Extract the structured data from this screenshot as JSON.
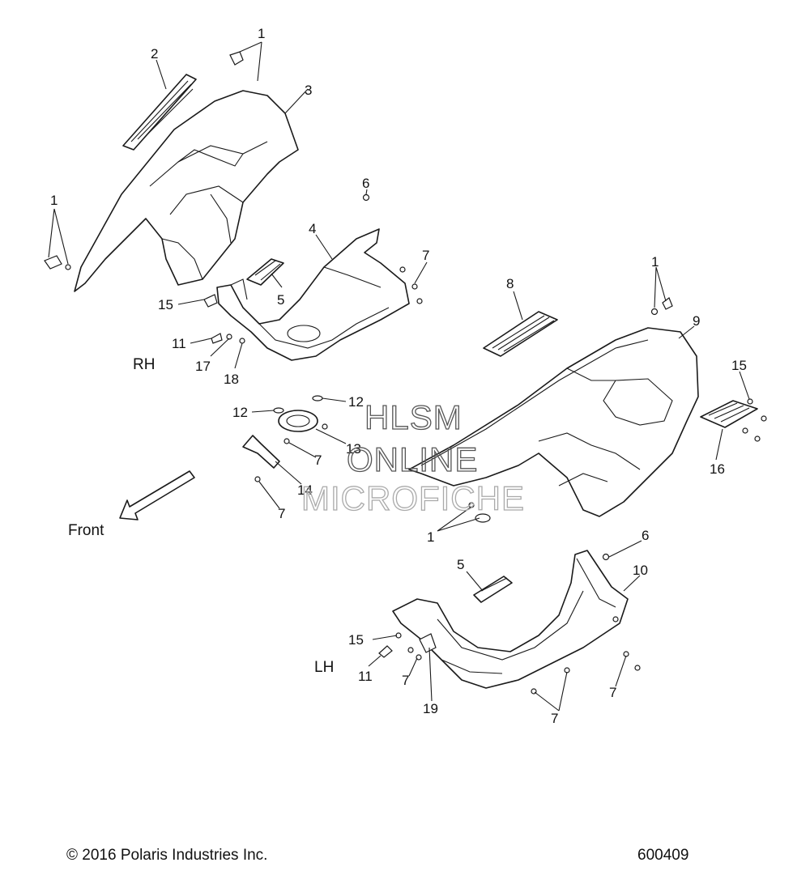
{
  "side_labels": {
    "rh": "RH",
    "lh": "LH"
  },
  "front_label": "Front",
  "watermark": {
    "line1": "HLSM",
    "line2": "ONLINE",
    "line3": "MICROFICHE"
  },
  "callouts": [
    "1",
    "2",
    "3",
    "1",
    "6",
    "4",
    "7",
    "5",
    "15",
    "11",
    "17",
    "18",
    "12",
    "12",
    "13",
    "7",
    "14",
    "7",
    "8",
    "1",
    "9",
    "15",
    "16",
    "1",
    "6",
    "5",
    "10",
    "15",
    "11",
    "7",
    "19",
    "7",
    "7"
  ],
  "footer": {
    "copyright": "© 2016 Polaris Industries Inc.",
    "figure_number": "600409"
  }
}
